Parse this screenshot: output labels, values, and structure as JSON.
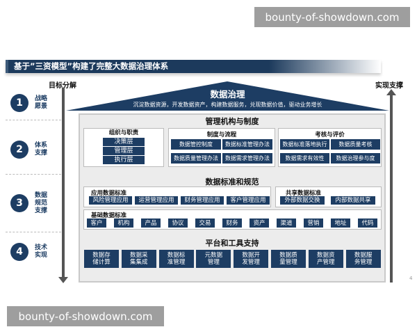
{
  "watermarks": [
    "bounty-of-showdown.com",
    "bounty-of-showdown.com"
  ],
  "title": "基于”三资模型”构建了完整大数据治理体系",
  "left_axis": "目标分解",
  "right_axis": "实现支撑",
  "rows": [
    {
      "num": "1",
      "label": "战略\n愿景"
    },
    {
      "num": "2",
      "label": "体系\n支撑"
    },
    {
      "num": "3",
      "label": "数据\n规范\n支撑"
    },
    {
      "num": "4",
      "label": "技术\n实现"
    }
  ],
  "roof": {
    "title": "数据治理",
    "subtitle": "沉淀数据资源，开发数据资产，构建数据服务，兑现数据价值，驱动业务增长"
  },
  "mgmt": {
    "title": "管理机构与制度",
    "org": {
      "title": "组织与职责",
      "items": [
        "决策层",
        "管理层",
        "执行层"
      ]
    },
    "process": {
      "title": "制度与流程",
      "items": [
        "数据管控制度",
        "数据标准管理办法",
        "数据质量管理办法",
        "数据需求管理办法"
      ]
    },
    "eval": {
      "title": "考核与评价",
      "items": [
        "数据标准落地执行",
        "数据质量考核",
        "数据需求有效性",
        "数据治理参与度"
      ]
    }
  },
  "standards": {
    "title": "数据标准和规范",
    "app": {
      "title": "应用数据标准",
      "items": [
        "风险管理应用",
        "运营管理应用",
        "财务管理应用",
        "客户管理应用"
      ]
    },
    "share": {
      "title": "共享数据标准",
      "items": [
        "外部数据交换",
        "内部数据共享"
      ]
    },
    "base": {
      "title": "基础数据标准",
      "items": [
        "客户",
        "机构",
        "产品",
        "协议",
        "交易",
        "财务",
        "资产",
        "渠道",
        "营销",
        "地址",
        "代码"
      ]
    }
  },
  "platform": {
    "title": "平台和工具支持",
    "items": [
      "数据存\n储计算",
      "数据采\n集集成",
      "数据标\n准管理",
      "元数据\n管理",
      "数据开\n发管理",
      "数据质\n量管理",
      "数据资\n产管理",
      "数据服\n务管理"
    ]
  },
  "page_number": "4",
  "colors": {
    "navy": "#1d3d63",
    "panel": "#ececec"
  }
}
